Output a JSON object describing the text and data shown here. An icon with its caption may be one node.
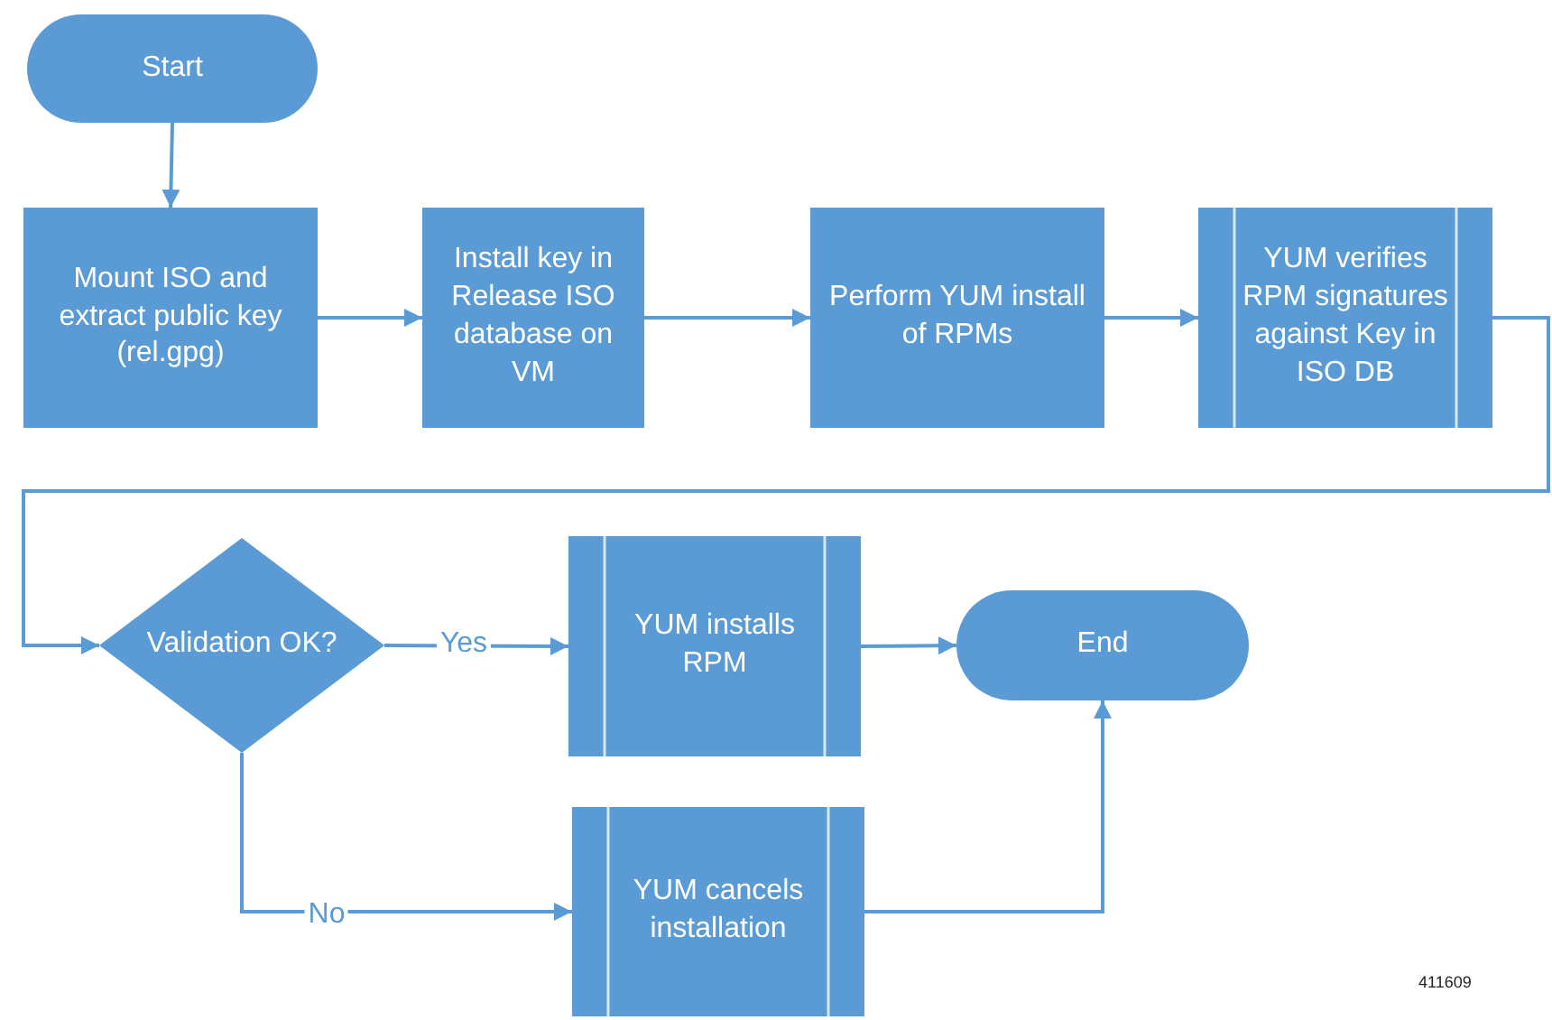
{
  "diagram": {
    "nodes": [
      {
        "text": [
          "Start"
        ]
      },
      {
        "text": [
          "Mount ISO and extract public key (rel.gpg)"
        ]
      },
      {
        "text": [
          "Install key in Release ISO database on VM"
        ]
      },
      {
        "text": [
          "Perform YUM install of RPMs"
        ]
      },
      {
        "text": [
          "YUM verifies RPM signatures against Key in ISO DB"
        ]
      },
      {
        "text": [
          "Validation OK?"
        ]
      },
      {
        "text": [
          "YUM installs RPM"
        ]
      },
      {
        "text": [
          "End"
        ]
      },
      {
        "text": [
          "YUM cancels installation"
        ]
      }
    ],
    "edges": [
      {
        "from": 0,
        "to": 1,
        "arrow": "to"
      },
      {
        "from": 1,
        "to": 2,
        "arrow": "to"
      },
      {
        "from": 2,
        "to": 3,
        "arrow": "to"
      },
      {
        "from": 3,
        "to": 4,
        "arrow": "to"
      },
      {
        "from": 4,
        "to": 5,
        "arrow": "to"
      },
      {
        "from": 5,
        "to": 6,
        "label": "Yes",
        "arrow": "to"
      },
      {
        "from": 6,
        "to": 7,
        "arrow": "to"
      },
      {
        "from": 5,
        "to": 8,
        "label": "No",
        "arrow": "to"
      },
      {
        "from": 8,
        "to": 7,
        "arrow": "to"
      }
    ],
    "labels": [
      "411609"
    ]
  }
}
